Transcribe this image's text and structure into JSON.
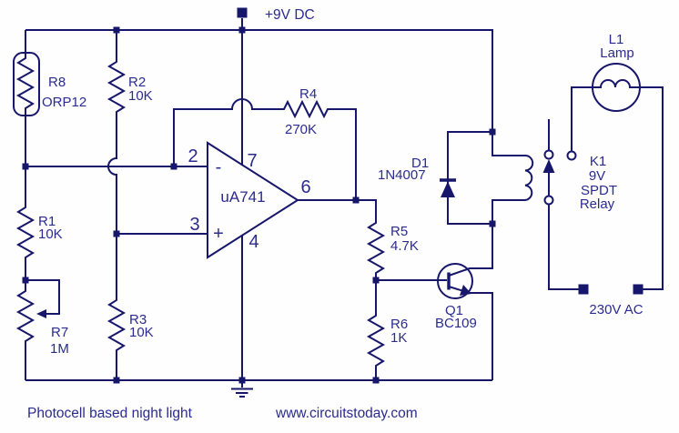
{
  "title": "Photocell based night light",
  "website": "www.circuitstoday.com",
  "power": {
    "label": "+9V DC"
  },
  "ac": {
    "label": "230V AC"
  },
  "opamp": {
    "name": "uA741",
    "pin_inverting": "2",
    "pin_noninverting": "3",
    "pin_vplus": "7",
    "pin_vminus": "4",
    "pin_output": "6",
    "minus": "-",
    "plus": "+"
  },
  "components": {
    "r8": {
      "ref": "R8",
      "value": "ORP12"
    },
    "r2": {
      "ref": "R2",
      "value": "10K"
    },
    "r1": {
      "ref": "R1",
      "value": "10K"
    },
    "r7": {
      "ref": "R7",
      "value": "1M"
    },
    "r3": {
      "ref": "R3",
      "value": "10K"
    },
    "r4": {
      "ref": "R4",
      "value": "270K"
    },
    "r5": {
      "ref": "R5",
      "value": "4.7K"
    },
    "r6": {
      "ref": "R6",
      "value": "1K"
    },
    "d1": {
      "ref": "D1",
      "value": "1N4007"
    },
    "q1": {
      "ref": "Q1",
      "value": "BC109"
    },
    "k1": {
      "ref": "K1",
      "line2": "9V",
      "line3": "SPDT",
      "line4": "Relay"
    },
    "l1": {
      "ref": "L1",
      "value": "Lamp"
    }
  },
  "colors": {
    "wire": "#16166b",
    "text": "#2b2b8f",
    "bg": "#fefefe"
  }
}
